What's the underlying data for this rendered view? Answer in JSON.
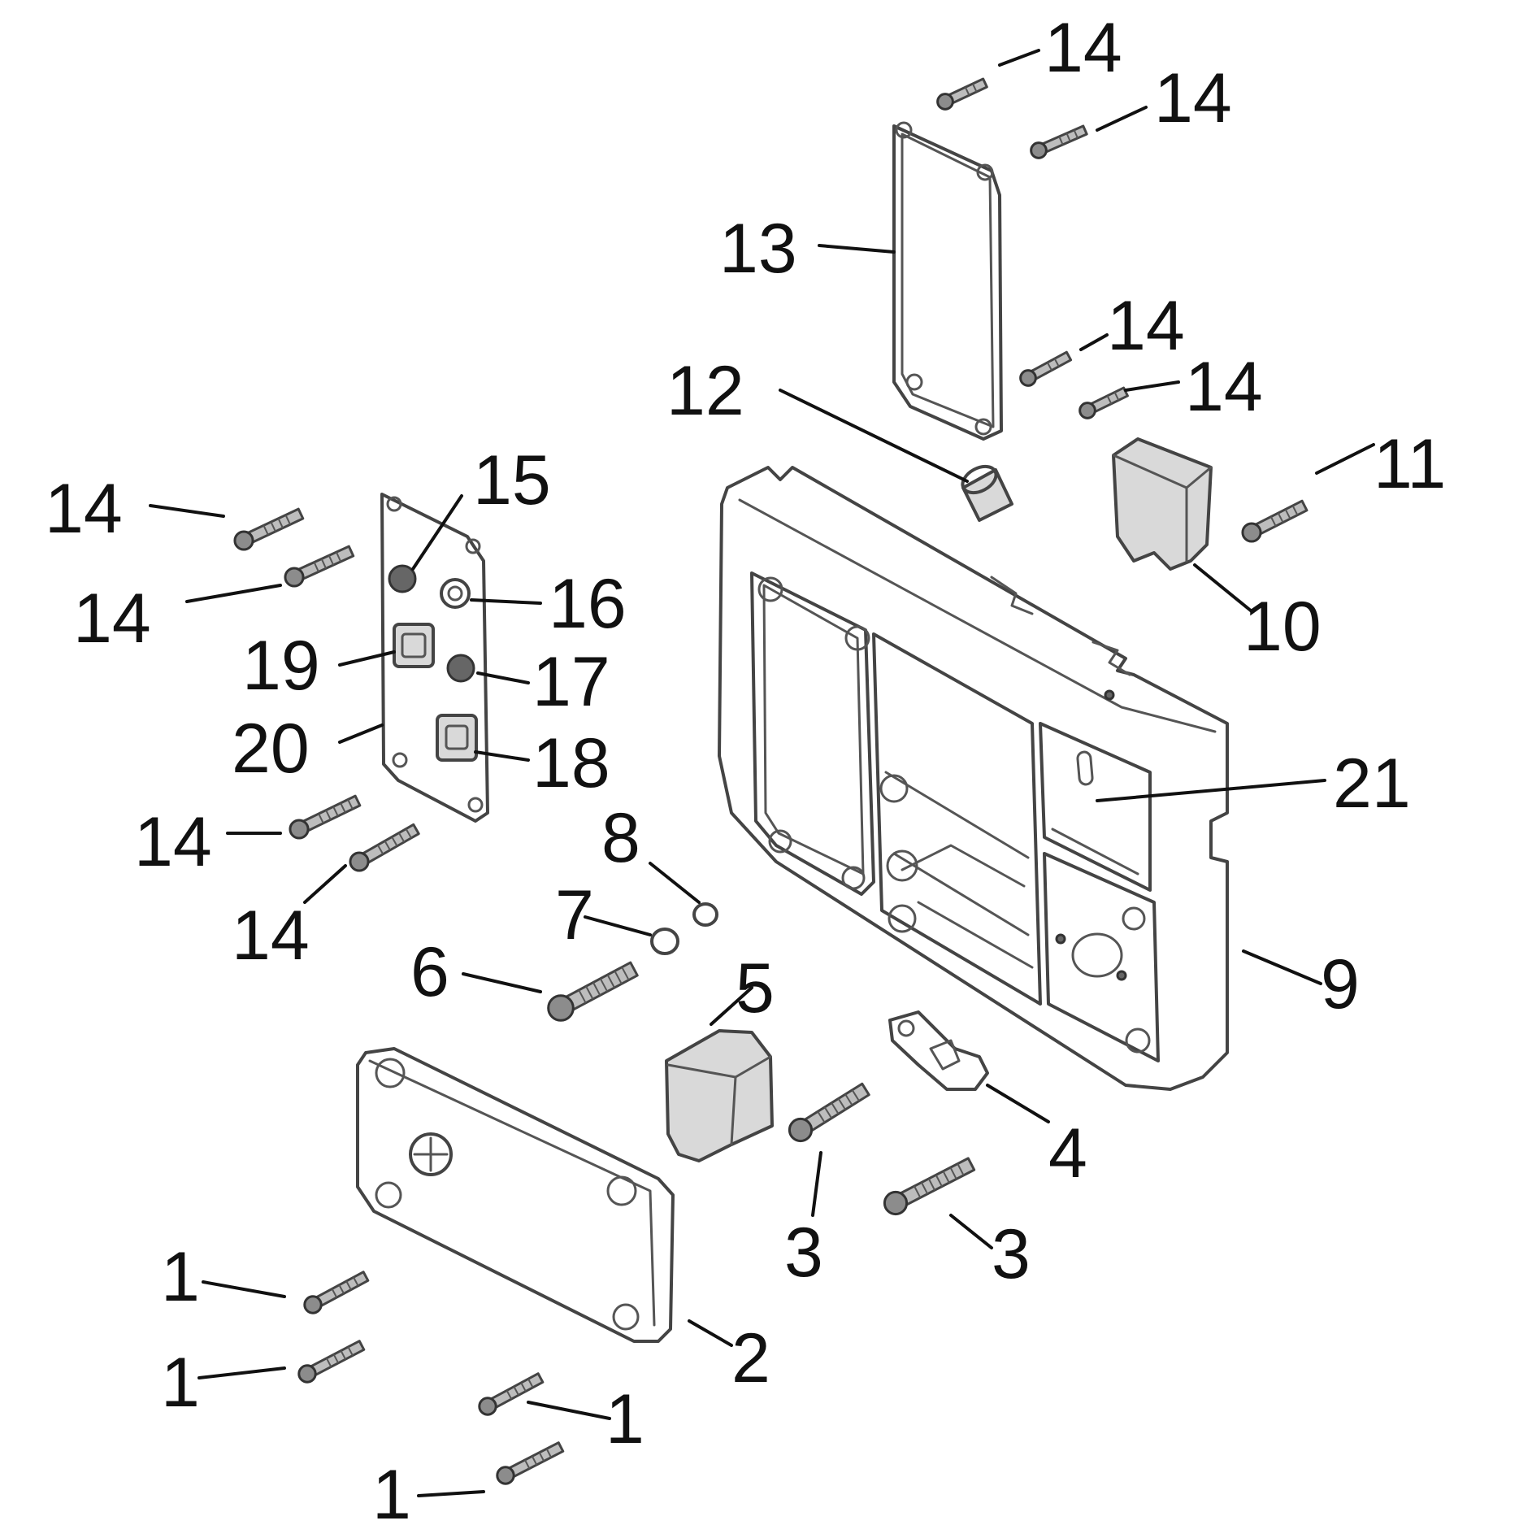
{
  "diagram": {
    "callouts": [
      {
        "id": "c14a",
        "text": "14"
      },
      {
        "id": "c14b",
        "text": "14"
      },
      {
        "id": "c13",
        "text": "13"
      },
      {
        "id": "c14c",
        "text": "14"
      },
      {
        "id": "c12",
        "text": "12"
      },
      {
        "id": "c14d",
        "text": "14"
      },
      {
        "id": "c11",
        "text": "11"
      },
      {
        "id": "c15",
        "text": "15"
      },
      {
        "id": "c14e",
        "text": "14"
      },
      {
        "id": "c16",
        "text": "16"
      },
      {
        "id": "c14f",
        "text": "14"
      },
      {
        "id": "c10",
        "text": "10"
      },
      {
        "id": "c19",
        "text": "19"
      },
      {
        "id": "c17",
        "text": "17"
      },
      {
        "id": "c20",
        "text": "20"
      },
      {
        "id": "c18",
        "text": "18"
      },
      {
        "id": "c21",
        "text": "21"
      },
      {
        "id": "c14g",
        "text": "14"
      },
      {
        "id": "c8",
        "text": "8"
      },
      {
        "id": "c14h",
        "text": "14"
      },
      {
        "id": "c7",
        "text": "7"
      },
      {
        "id": "c6",
        "text": "6"
      },
      {
        "id": "c5",
        "text": "5"
      },
      {
        "id": "c9",
        "text": "9"
      },
      {
        "id": "c4",
        "text": "4"
      },
      {
        "id": "c3a",
        "text": "3"
      },
      {
        "id": "c3b",
        "text": "3"
      },
      {
        "id": "c1a",
        "text": "1"
      },
      {
        "id": "c2",
        "text": "2"
      },
      {
        "id": "c1b",
        "text": "1"
      },
      {
        "id": "c1c",
        "text": "1"
      },
      {
        "id": "c1d",
        "text": "1"
      }
    ]
  }
}
